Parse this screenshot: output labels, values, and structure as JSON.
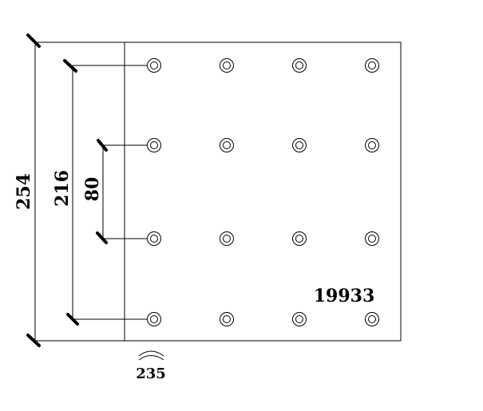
{
  "drawing": {
    "part_number": "19933",
    "dimensions": {
      "overall_height": "254",
      "outer_hole_span": "216",
      "inner_hole_span": "80",
      "width": "235"
    },
    "rivet_grid": {
      "rows": 4,
      "columns": 4
    }
  }
}
